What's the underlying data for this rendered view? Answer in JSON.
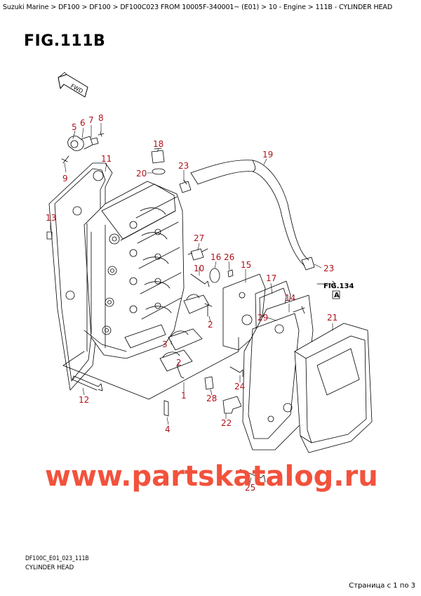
{
  "breadcrumb": {
    "items": [
      "Suzuki Marine",
      "DF100",
      "DF100",
      "DF100C023 FROM 10005F-340001~ (E01)",
      "10 - Engine",
      "111B - CYLINDER HEAD"
    ],
    "separator": " > "
  },
  "figure": {
    "title": "FIG.111B",
    "fwd_label": "FWD",
    "ref_fig": "FIG.134",
    "ref_box": "A"
  },
  "callouts": [
    {
      "id": "1",
      "label": "1"
    },
    {
      "id": "2a",
      "label": "2"
    },
    {
      "id": "2b",
      "label": "2"
    },
    {
      "id": "3",
      "label": "3"
    },
    {
      "id": "4",
      "label": "4"
    },
    {
      "id": "5",
      "label": "5"
    },
    {
      "id": "6",
      "label": "6"
    },
    {
      "id": "7",
      "label": "7"
    },
    {
      "id": "8",
      "label": "8"
    },
    {
      "id": "9",
      "label": "9"
    },
    {
      "id": "10",
      "label": "10"
    },
    {
      "id": "11",
      "label": "11"
    },
    {
      "id": "12",
      "label": "12"
    },
    {
      "id": "13",
      "label": "13"
    },
    {
      "id": "14",
      "label": "14"
    },
    {
      "id": "15",
      "label": "15"
    },
    {
      "id": "16",
      "label": "16"
    },
    {
      "id": "17",
      "label": "17"
    },
    {
      "id": "18",
      "label": "18"
    },
    {
      "id": "19",
      "label": "19"
    },
    {
      "id": "20",
      "label": "20"
    },
    {
      "id": "21",
      "label": "21"
    },
    {
      "id": "22",
      "label": "22"
    },
    {
      "id": "23a",
      "label": "23"
    },
    {
      "id": "23b",
      "label": "23"
    },
    {
      "id": "24",
      "label": "24"
    },
    {
      "id": "25",
      "label": "25"
    },
    {
      "id": "26",
      "label": "26"
    },
    {
      "id": "27",
      "label": "27"
    },
    {
      "id": "28",
      "label": "28"
    },
    {
      "id": "29",
      "label": "29"
    }
  ],
  "watermark": "www.partskatalog.ru",
  "footer": {
    "code": "DF100C_E01_023_111B",
    "name": "CYLINDER HEAD"
  },
  "pager": "Страница с 1 по 3",
  "colors": {
    "callout": "#b0131c",
    "watermark": "#f2523c",
    "line": "#000000"
  }
}
